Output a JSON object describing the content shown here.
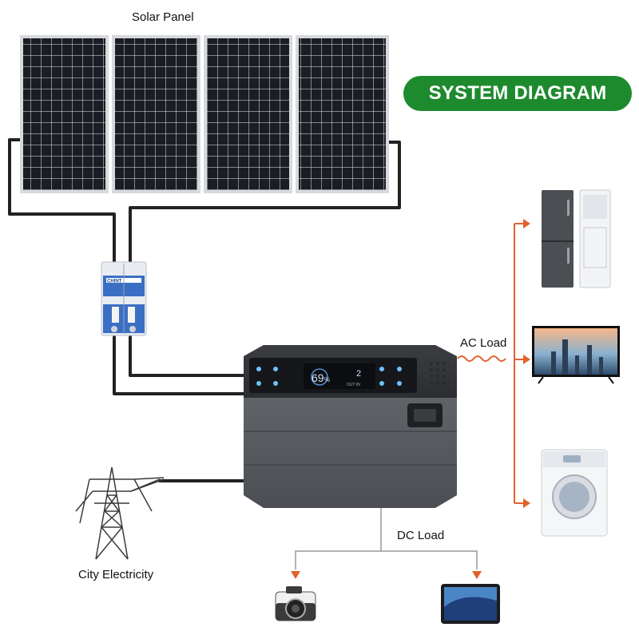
{
  "title": "SYSTEM DIAGRAM",
  "labels": {
    "solar_panel": "Solar Panel",
    "ac_load": "AC Load",
    "dc_load": "DC Load",
    "city_electricity": "City Electricity"
  },
  "breaker": {
    "brand": "CHINT"
  },
  "power_station": {
    "battery_percent": "69",
    "battery_unit": "%",
    "counter": "2",
    "counter_caption": "OUT  IN"
  },
  "colors": {
    "badge_green": "#1e8a2e",
    "flow_arrow": "#e0622d",
    "cable": "#222222",
    "panel_cell": "#1a1d24",
    "station_body": "#5c5f63",
    "breaker_blue": "#3a6fc4"
  },
  "icons": {
    "solar_panels": "solar-panel-icon",
    "breaker": "circuit-breaker-icon",
    "power_station": "portable-power-station-icon",
    "grid_tower": "power-pylon-icon",
    "fridge": "refrigerator-icon",
    "ac_unit": "air-conditioner-icon",
    "tv": "television-icon",
    "washer": "washing-machine-icon",
    "camera": "camera-icon",
    "tablet": "tablet-icon"
  }
}
